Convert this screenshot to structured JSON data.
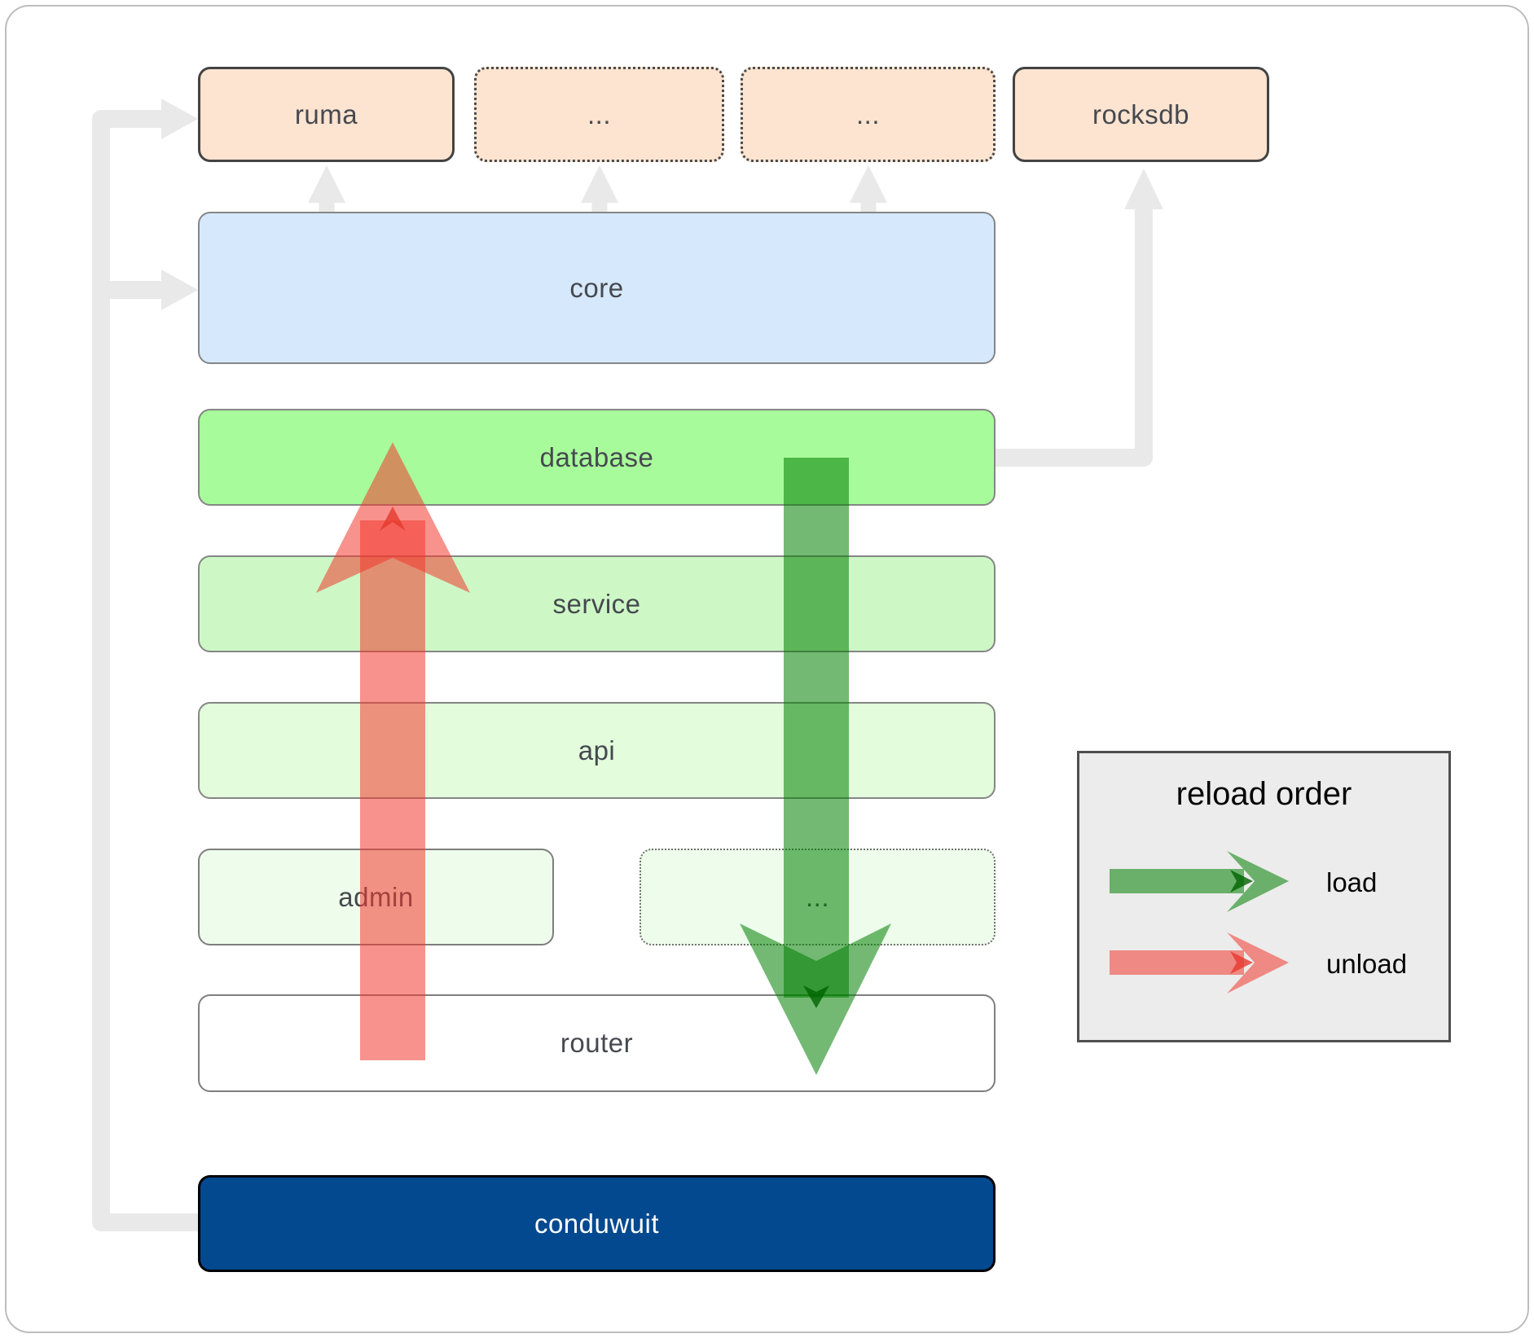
{
  "boxes": {
    "ruma": "ruma",
    "dep_ellipsis_1": "...",
    "dep_ellipsis_2": "...",
    "rocksdb": "rocksdb",
    "core": "core",
    "database": "database",
    "service": "service",
    "api": "api",
    "admin": "admin",
    "crate_ellipsis": "...",
    "router": "router",
    "conduwuit": "conduwuit"
  },
  "legend": {
    "title": "reload order",
    "load_label": "load",
    "unload_label": "unload"
  },
  "colors": {
    "dependency_fill": "#fce4d1",
    "core_fill": "#d6e9fc",
    "database_fill": "#a8fb9b",
    "service_fill": "#cdf8c6",
    "api_fill": "#e2fcdc",
    "faint_fill": "#eefcec",
    "conduwuit_fill": "#02498f",
    "connector_gray": "#e9e9e9",
    "load_arrow_green": "rgba(0,128,0,0.55)",
    "unload_arrow_red": "rgba(242,56,45,0.55)"
  }
}
